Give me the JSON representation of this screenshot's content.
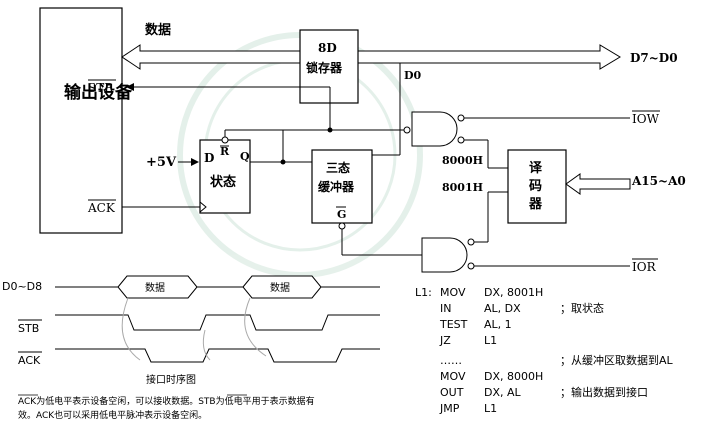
{
  "blocks": {
    "output_device": "输出设备",
    "latch": [
      "8D",
      "锁存器"
    ],
    "state": "状态",
    "buffer": [
      "三态",
      "缓冲器"
    ],
    "decoder": "译码器"
  },
  "labels": {
    "data_top": "数据",
    "d7_d0": "D7~D0",
    "d0": "D0",
    "stb": "STB",
    "ack": "ACK",
    "plus5v": "+5V",
    "d_pin": "D",
    "r_pin": "R",
    "q_pin": "Q",
    "g_pin": "G",
    "iow": "IOW",
    "ior": "IOR",
    "addr_8000": "8000H",
    "addr_8001": "8001H",
    "a15_a0": "A15~A0"
  },
  "timing": {
    "bus_label": "D0~D8",
    "stb_label": "STB",
    "ack_label": "ACK",
    "data_cell_1": "数据",
    "data_cell_2": "数据",
    "caption": "接口时序图",
    "note_line1_ack": "ACK",
    "note_line1_a": "为低电平表示设备空闲，可以接收数据。",
    "note_line1_stb": "STB",
    "note_line1_b": "为低电平用于表示数据有",
    "note_line2": "效。ACK也可以采用低电平脉冲表示设备空闲。"
  },
  "code": [
    {
      "label": "L1:",
      "op": "MOV",
      "args": "DX, 8001H",
      "comment": ""
    },
    {
      "label": "",
      "op": "IN",
      "args": "AL, DX",
      "comment": "；取状态"
    },
    {
      "label": "",
      "op": "TEST",
      "args": "AL, 1",
      "comment": ""
    },
    {
      "label": "",
      "op": "JZ",
      "args": "L1",
      "comment": ""
    },
    {
      "label": "",
      "op": "……",
      "args": "",
      "comment": "；从缓冲区取数据到AL"
    },
    {
      "label": "",
      "op": "MOV",
      "args": "DX, 8000H",
      "comment": ""
    },
    {
      "label": "",
      "op": "OUT",
      "args": "DX,  AL",
      "comment": "；输出数据到接口"
    },
    {
      "label": "",
      "op": "JMP",
      "args": "L1",
      "comment": ""
    }
  ]
}
